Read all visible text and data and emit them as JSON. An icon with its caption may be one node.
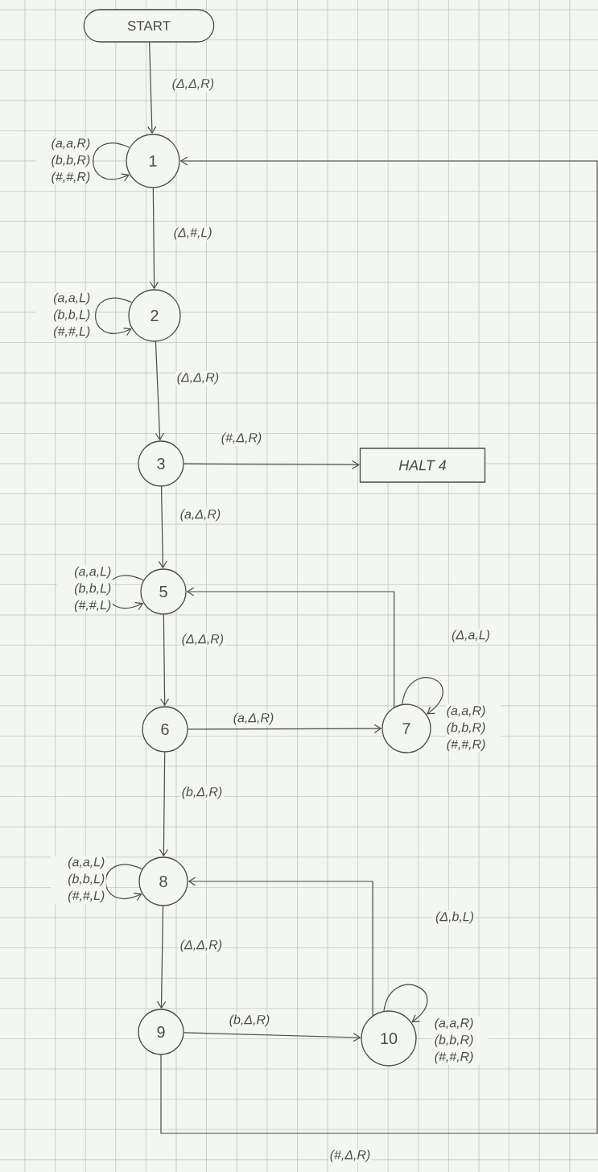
{
  "diagram": {
    "nodes": [
      {
        "text": [
          "START"
        ]
      },
      {
        "text": [
          "1"
        ]
      },
      {
        "text": [
          "2"
        ]
      },
      {
        "text": [
          "3"
        ]
      },
      {
        "text": [
          "HALT 4"
        ]
      },
      {
        "text": [
          "5"
        ]
      },
      {
        "text": [
          "6"
        ]
      },
      {
        "text": [
          "7"
        ]
      },
      {
        "text": [
          "8"
        ]
      },
      {
        "text": [
          "9"
        ]
      },
      {
        "text": [
          "10"
        ]
      }
    ],
    "edges": [
      {
        "from": 0,
        "to": 1,
        "arrow": "to",
        "label": "(Δ,Δ,R)"
      },
      {
        "from": 1,
        "to": 1,
        "arrow": "to",
        "label": "(a,a,R) (b,b,R) (#,#,R)"
      },
      {
        "from": 1,
        "to": 2,
        "arrow": "to",
        "label": "(Δ,#,L)"
      },
      {
        "from": 2,
        "to": 2,
        "arrow": "to",
        "label": "(a,a,L) (b,b,L) (#,#,L)"
      },
      {
        "from": 2,
        "to": 3,
        "arrow": "to",
        "label": "(Δ,Δ,R)"
      },
      {
        "from": 3,
        "to": 4,
        "arrow": "to",
        "label": "(#,Δ,R)"
      },
      {
        "from": 3,
        "to": 5,
        "arrow": "to",
        "label": "(a,Δ,R)"
      },
      {
        "from": 5,
        "to": 5,
        "arrow": "to",
        "label": "(a,a,L) (b,b,L) (#,#,L)"
      },
      {
        "from": 5,
        "to": 6,
        "arrow": "to",
        "label": "(Δ,Δ,R)"
      },
      {
        "from": 6,
        "to": 7,
        "arrow": "to",
        "label": "(a,Δ,R)"
      },
      {
        "from": 7,
        "to": 7,
        "arrow": "to",
        "label": "(a,a,R) (b,b,R) (#,#,R)"
      },
      {
        "from": 7,
        "to": 5,
        "arrow": "to",
        "label": "(Δ,a,L)"
      },
      {
        "from": 6,
        "to": 8,
        "arrow": "to",
        "label": "(b,Δ,R)"
      },
      {
        "from": 8,
        "to": 8,
        "arrow": "to",
        "label": "(a,a,L) (b,b,L) (#,#,L)"
      },
      {
        "from": 8,
        "to": 9,
        "arrow": "to",
        "label": "(Δ,Δ,R)"
      },
      {
        "from": 9,
        "to": 10,
        "arrow": "to",
        "label": "(b,Δ,R)"
      },
      {
        "from": 10,
        "to": 10,
        "arrow": "to",
        "label": "(a,a,R) (b,b,R) (#,#,R)"
      },
      {
        "from": 10,
        "to": 8,
        "arrow": "to",
        "label": "(Δ,b,L)"
      },
      {
        "from": 9,
        "to": 1,
        "arrow": "to",
        "label": "(#,Δ,R)"
      }
    ]
  }
}
